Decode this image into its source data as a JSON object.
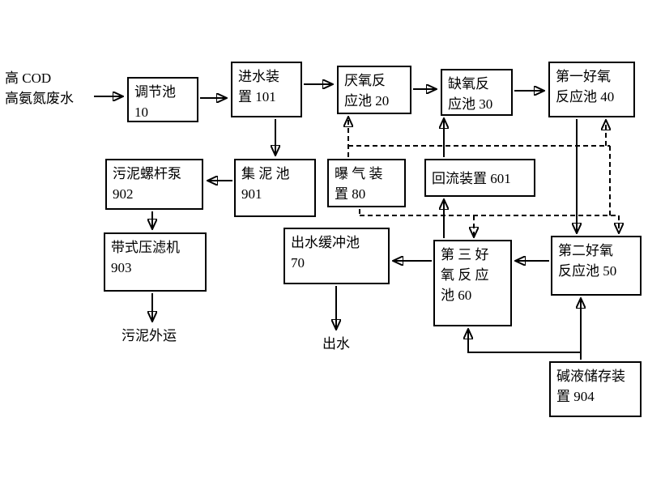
{
  "nodes": {
    "input": {
      "l1": "高 COD",
      "l2": "高氨氮废水"
    },
    "tank10": {
      "l1": "调节池",
      "l2": "10"
    },
    "dev101": {
      "l1": "进水装",
      "l2": "置 101"
    },
    "tank20": {
      "l1": "厌氧反",
      "l2": "应池 20"
    },
    "tank30": {
      "l1": "缺氧反",
      "l2": "应池 30"
    },
    "tank40": {
      "l1": "第一好氧",
      "l2": "反应池 40"
    },
    "pump902": {
      "l1": "污泥螺杆泵",
      "l2": "902"
    },
    "tank901": {
      "l1": "集 泥 池",
      "l2": "901"
    },
    "dev80": {
      "l1": "曝 气 装",
      "l2": "置 80"
    },
    "dev601": {
      "l1": "回流装置 601"
    },
    "press903": {
      "l1": "带式压滤机",
      "l2": "903"
    },
    "tank70": {
      "l1": "出水缓冲池",
      "l2": "70"
    },
    "tank60": {
      "l1": "第 三 好",
      "l2": "氧 反 应",
      "l3": "池 60"
    },
    "tank50": {
      "l1": "第二好氧",
      "l2": "反应池 50"
    },
    "dev904": {
      "l1": "碱液储存装",
      "l2": "置 904"
    }
  },
  "outputs": {
    "sludge": "污泥外运",
    "water": "出水"
  },
  "style": {
    "line_color": "#000000",
    "background": "#ffffff"
  }
}
